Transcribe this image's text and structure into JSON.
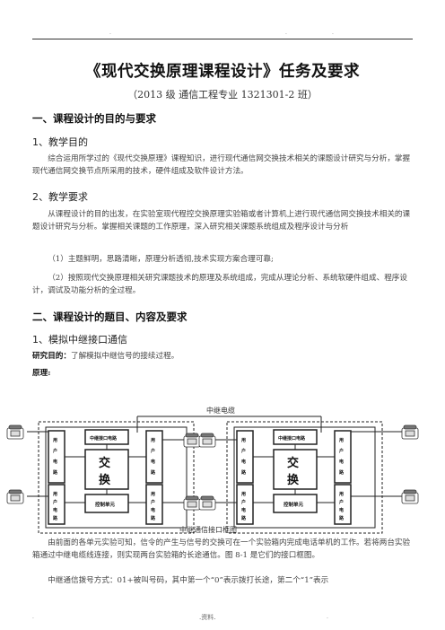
{
  "header": {
    "dots": [
      ".",
      ".",
      "."
    ]
  },
  "title": "《现代交换原理课程设计》任务及要求",
  "subtitle": "（2013 级  通信工程专业 1321301-2 班）",
  "section1": {
    "heading": "一、课程设计的目的与要求",
    "sub1": {
      "heading": "1、教学目的",
      "text": "综合运用所学过的《现代交换原理》课程知识，进行现代通信网交换技术相关的课题设计研究与分析，掌握现代通信网交换节点所采用的技术，硬件组成及软件设计方法。"
    },
    "sub2": {
      "heading": "2、教学要求",
      "text": "从课程设计的目的出发，在实验室现代程控交换原理实验箱或者计算机上进行现代通信网交换技术相关的课题设计研究与分析。掌握相关课题的工作原理，深入研究相关课题系统组成及程序设计与分析",
      "item1": "（1）主题鲜明，思路清晰，原理分析透彻,技术实现方案合理可靠;",
      "item2": "（2）按照现代交换原理相关研究课题技术的原理及系统组成，完成从理论分析、系统软硬件组成、程序设计，调试及功能分析的全过程。"
    }
  },
  "section2": {
    "heading": "二、课程设计的题目、内容及要求",
    "sub1": {
      "heading": "1、模拟中继接口通信",
      "purpose_label": "研究目的：",
      "purpose_text": "了解模拟中继信号的接续过程。",
      "principle_label": "原理:"
    }
  },
  "diagram": {
    "cable_label": "中继电缆",
    "caption": "中继通信接口框图",
    "trunk_box": "中继接口电路",
    "switch_label": [
      "交",
      "换"
    ],
    "control_box": "控制单元",
    "line_circuit": [
      "用",
      "户",
      "电",
      "路"
    ]
  },
  "body_after": {
    "para1": "由前面的各单元实验可知，信令的产生与信号的交换可在一个实验箱内完成电话单机的工作。若将两台实验箱通过中继电缆线连接，则实现两台实验箱的长途通信。图 8-1 是它们的接口框图。",
    "para2": "中继通信拨号方式：01+被叫号码，其中第一个“0”表示拨打长途，第二个“1”表示"
  },
  "footer": {
    "center": ".资料.",
    "dots": [
      ".",
      "."
    ]
  }
}
